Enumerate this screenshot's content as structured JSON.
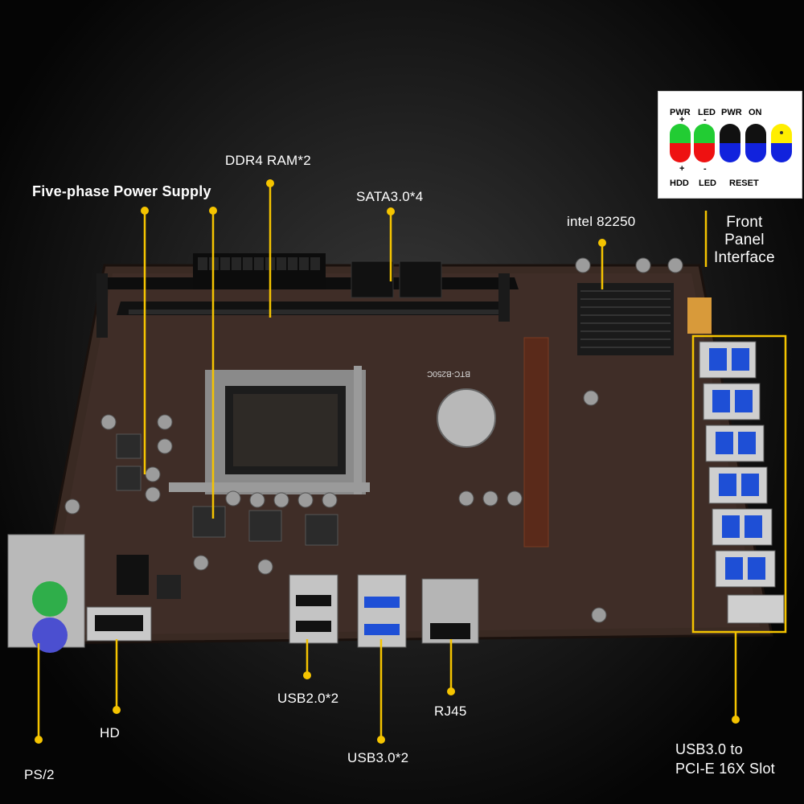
{
  "labels": {
    "five_phase": "Five-phase Power Supply",
    "ddr4": "DDR4 RAM*2",
    "sata": "SATA3.0*4",
    "intel": "intel 82250",
    "front_panel": "Front\nPanel\nInterface",
    "usb2": "USB2.0*2",
    "rj45": "RJ45",
    "usb3": "USB3.0*2",
    "hd": "HD",
    "ps2": "PS/2",
    "usb3_slot": "USB3.0 to\nPCI-E 16X Slot"
  },
  "front_panel_card": {
    "top_labels": [
      "PWR",
      "LED",
      "PWR",
      "ON"
    ],
    "top_signs": [
      "+",
      "-"
    ],
    "bottom_labels": [
      "HDD",
      "LED",
      "RESET"
    ],
    "bottom_signs": [
      "+",
      "-"
    ],
    "pins": [
      {
        "top": "#22cc33",
        "bottom": "#ee1111"
      },
      {
        "top": "#22cc33",
        "bottom": "#ee1111"
      },
      {
        "top": "#111111",
        "bottom": "#1122dd"
      },
      {
        "top": "#111111",
        "bottom": "#1122dd"
      },
      {
        "top": "#ffee00",
        "bottom": "#1122dd"
      }
    ]
  },
  "colors": {
    "callout": "#f5c400",
    "pcb": "#3b2a22"
  },
  "board_text": {
    "model": "BTC-B250C"
  }
}
